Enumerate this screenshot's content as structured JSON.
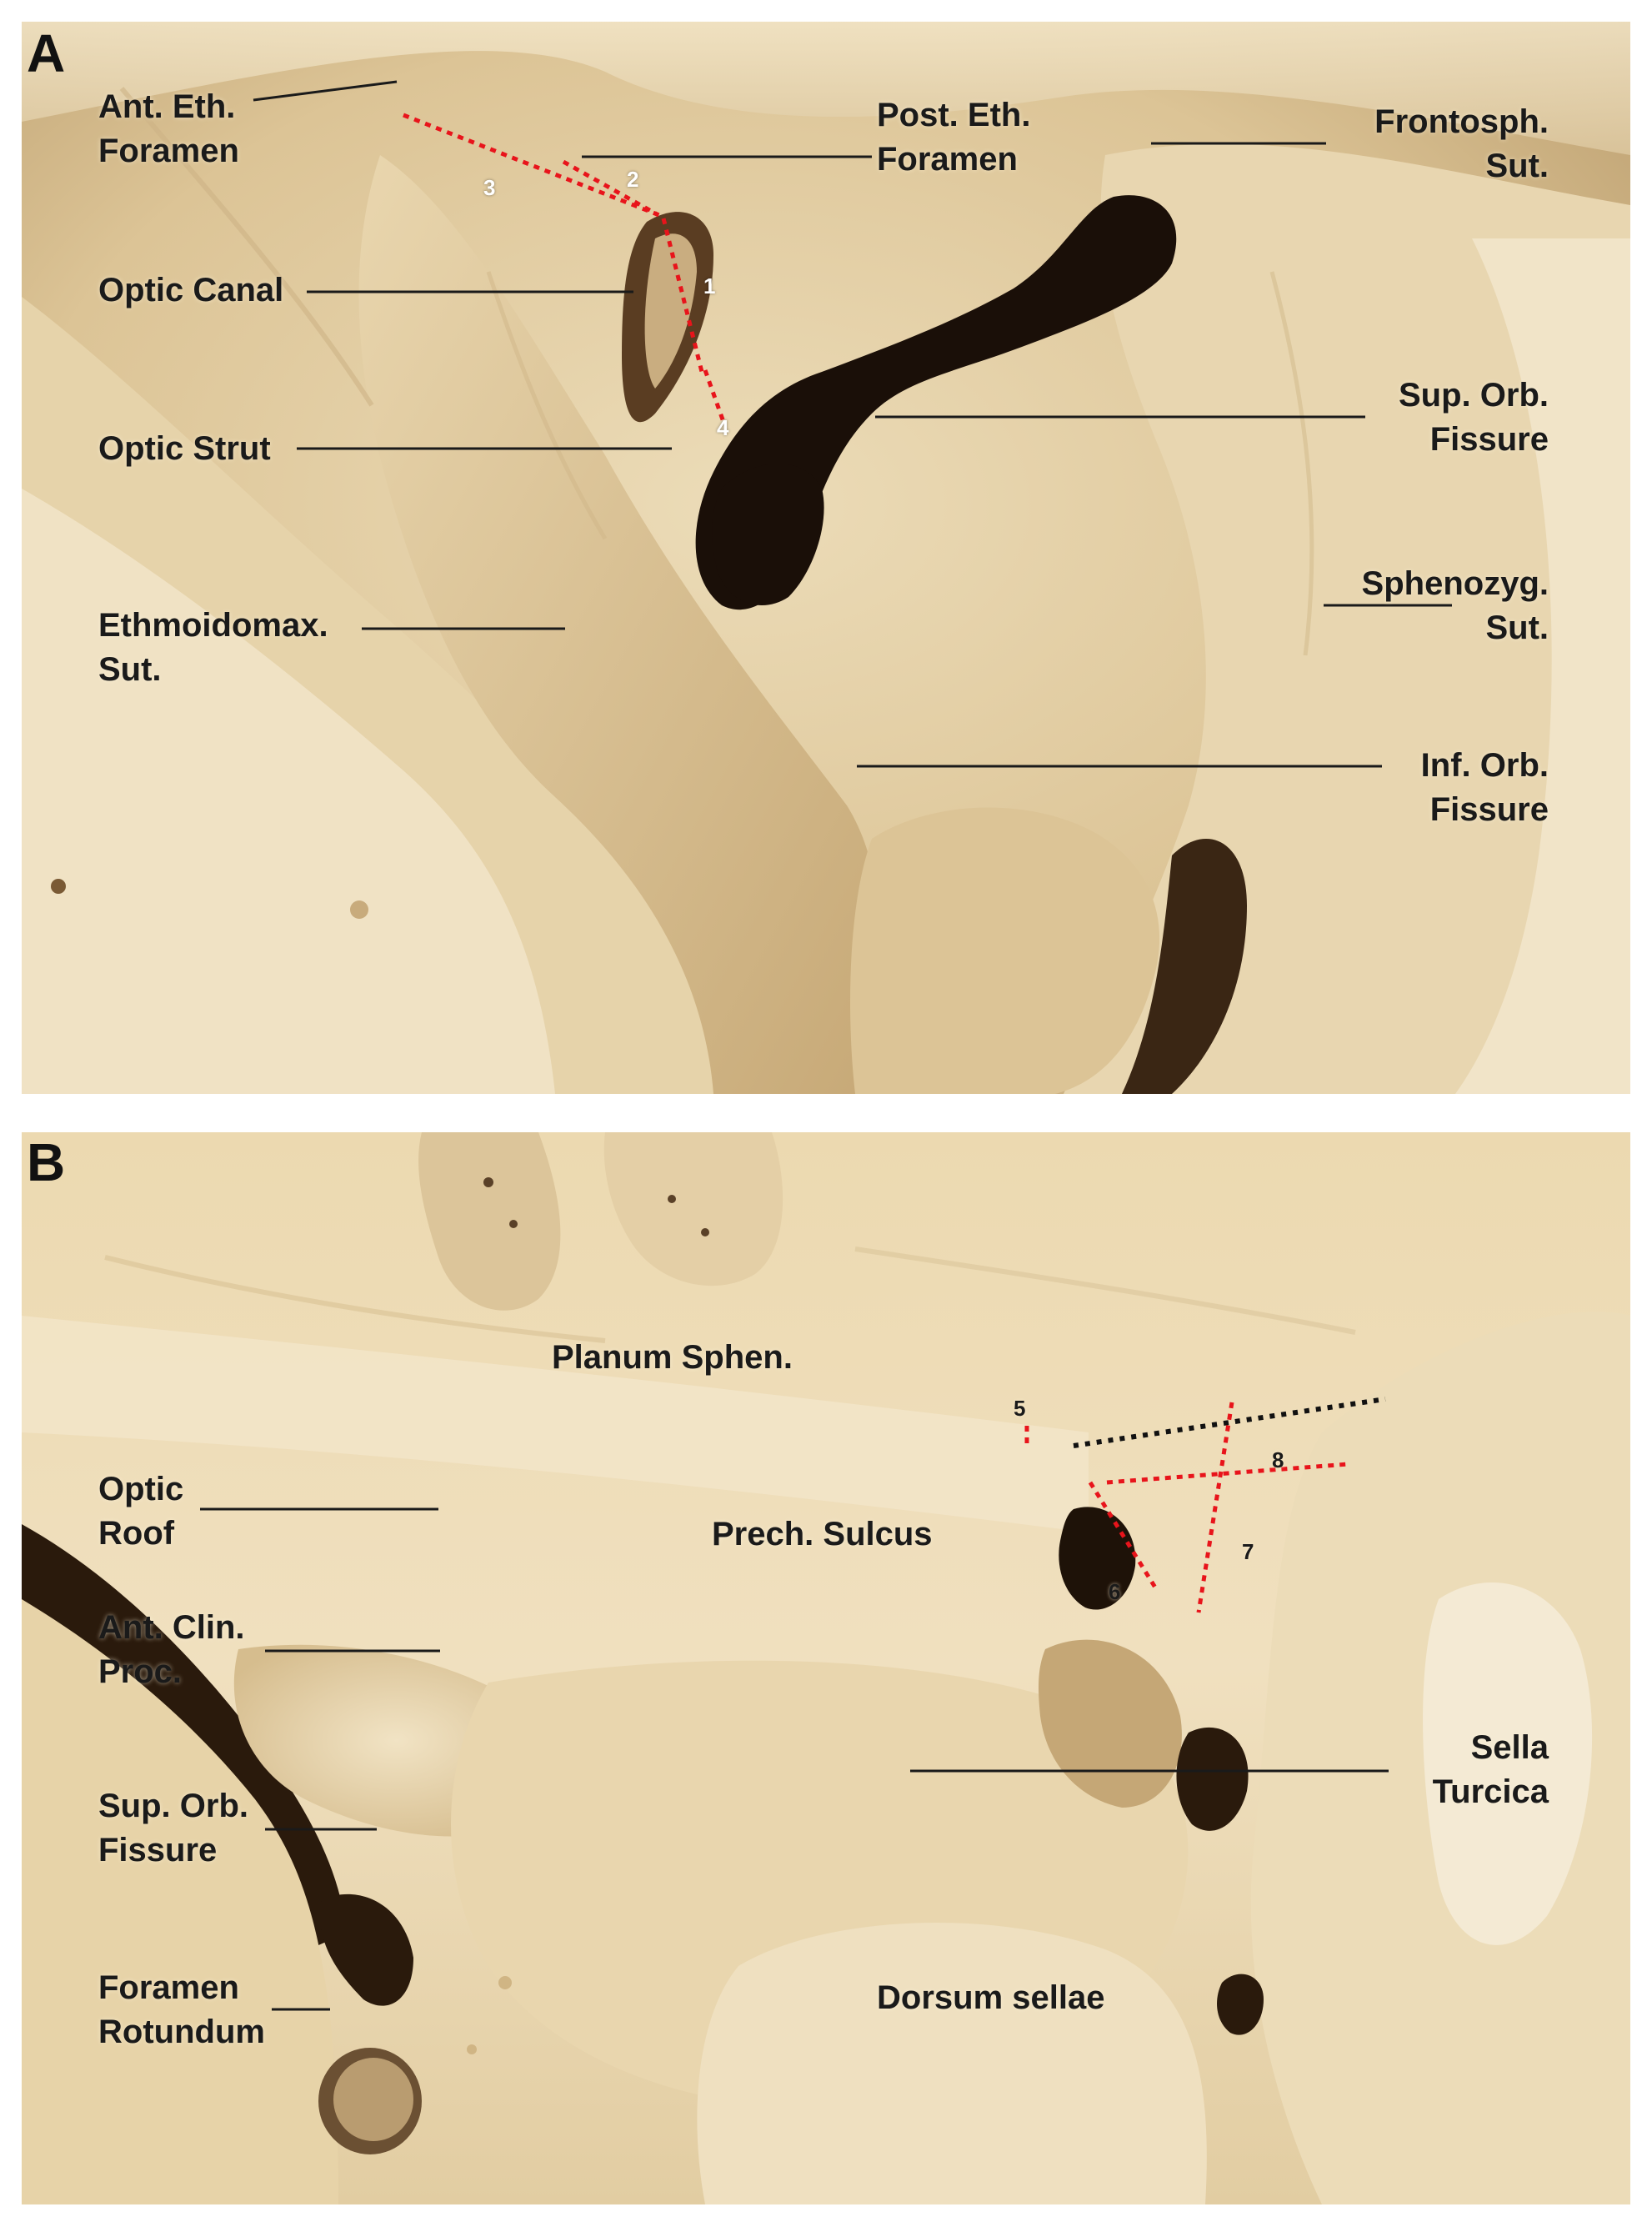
{
  "panels": [
    {
      "letter": "A",
      "labels": {
        "ant_eth_foramen": [
          "Ant. Eth.",
          "Foramen"
        ],
        "post_eth_foramen": [
          "Post. Eth.",
          "Foramen"
        ],
        "frontosph_sut": [
          "Frontosph.",
          "Sut."
        ],
        "optic_canal": [
          "Optic Canal"
        ],
        "optic_strut": [
          "Optic Strut"
        ],
        "sup_orb_fissure": [
          "Sup. Orb.",
          "Fissure"
        ],
        "sphenozyg_sut": [
          "Sphenozyg.",
          "Sut."
        ],
        "ethmoidomax_sut": [
          "Ethmoidomax.",
          "Sut."
        ],
        "inf_orb_fissure": [
          "Inf. Orb.",
          "Fissure"
        ]
      },
      "markers": [
        "1",
        "2",
        "3",
        "4"
      ]
    },
    {
      "letter": "B",
      "labels": {
        "planum_sphen": [
          "Planum Sphen."
        ],
        "optic_roof": [
          "Optic",
          "Roof"
        ],
        "prech_sulcus": [
          "Prech. Sulcus"
        ],
        "ant_clin_proc": [
          "Ant. Clin.",
          "Proc."
        ],
        "sup_orb_fissure": [
          "Sup. Orb.",
          "Fissure"
        ],
        "sella_turcica": [
          "Sella",
          "Turcica"
        ],
        "foramen_rotundum": [
          "Foramen",
          "Rotundum"
        ],
        "dorsum_sellae": [
          "Dorsum sellae"
        ]
      },
      "markers": [
        "5",
        "6",
        "7",
        "8"
      ]
    }
  ],
  "colors": {
    "bone_light": "#eddcb6",
    "bone_mid": "#d9c092",
    "bone_shadow": "#a68a5f",
    "cavity": "#1a0f08",
    "marker_red": "#e8141b",
    "marker_black": "#111111",
    "leader": "#1a1a1a"
  }
}
